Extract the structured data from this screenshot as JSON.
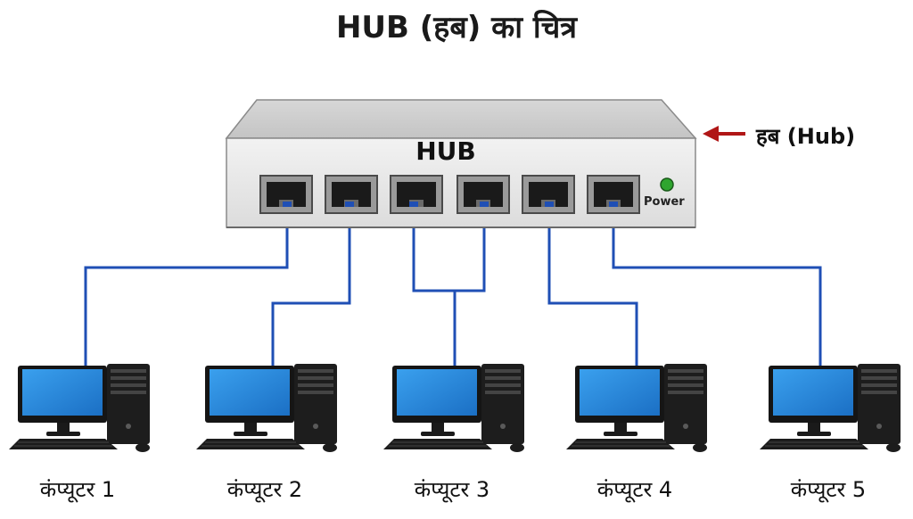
{
  "title": "HUB (हब) का चित्र",
  "hub": {
    "label": "HUB",
    "side_label": "हब (Hub)",
    "power_label": "Power",
    "port_count": 6
  },
  "computers": [
    {
      "label": "कंप्यूटर 1"
    },
    {
      "label": "कंप्यूटर 2"
    },
    {
      "label": "कंप्यूटर 3"
    },
    {
      "label": "कंप्यूटर 4"
    },
    {
      "label": "कंप्यूटर 5"
    }
  ],
  "colors": {
    "cable": "#1f4fb5",
    "arrow": "#b01616",
    "power_led": "#2fa52f",
    "screen": "#2a8de0",
    "hub_body": "#e9e9e9"
  }
}
